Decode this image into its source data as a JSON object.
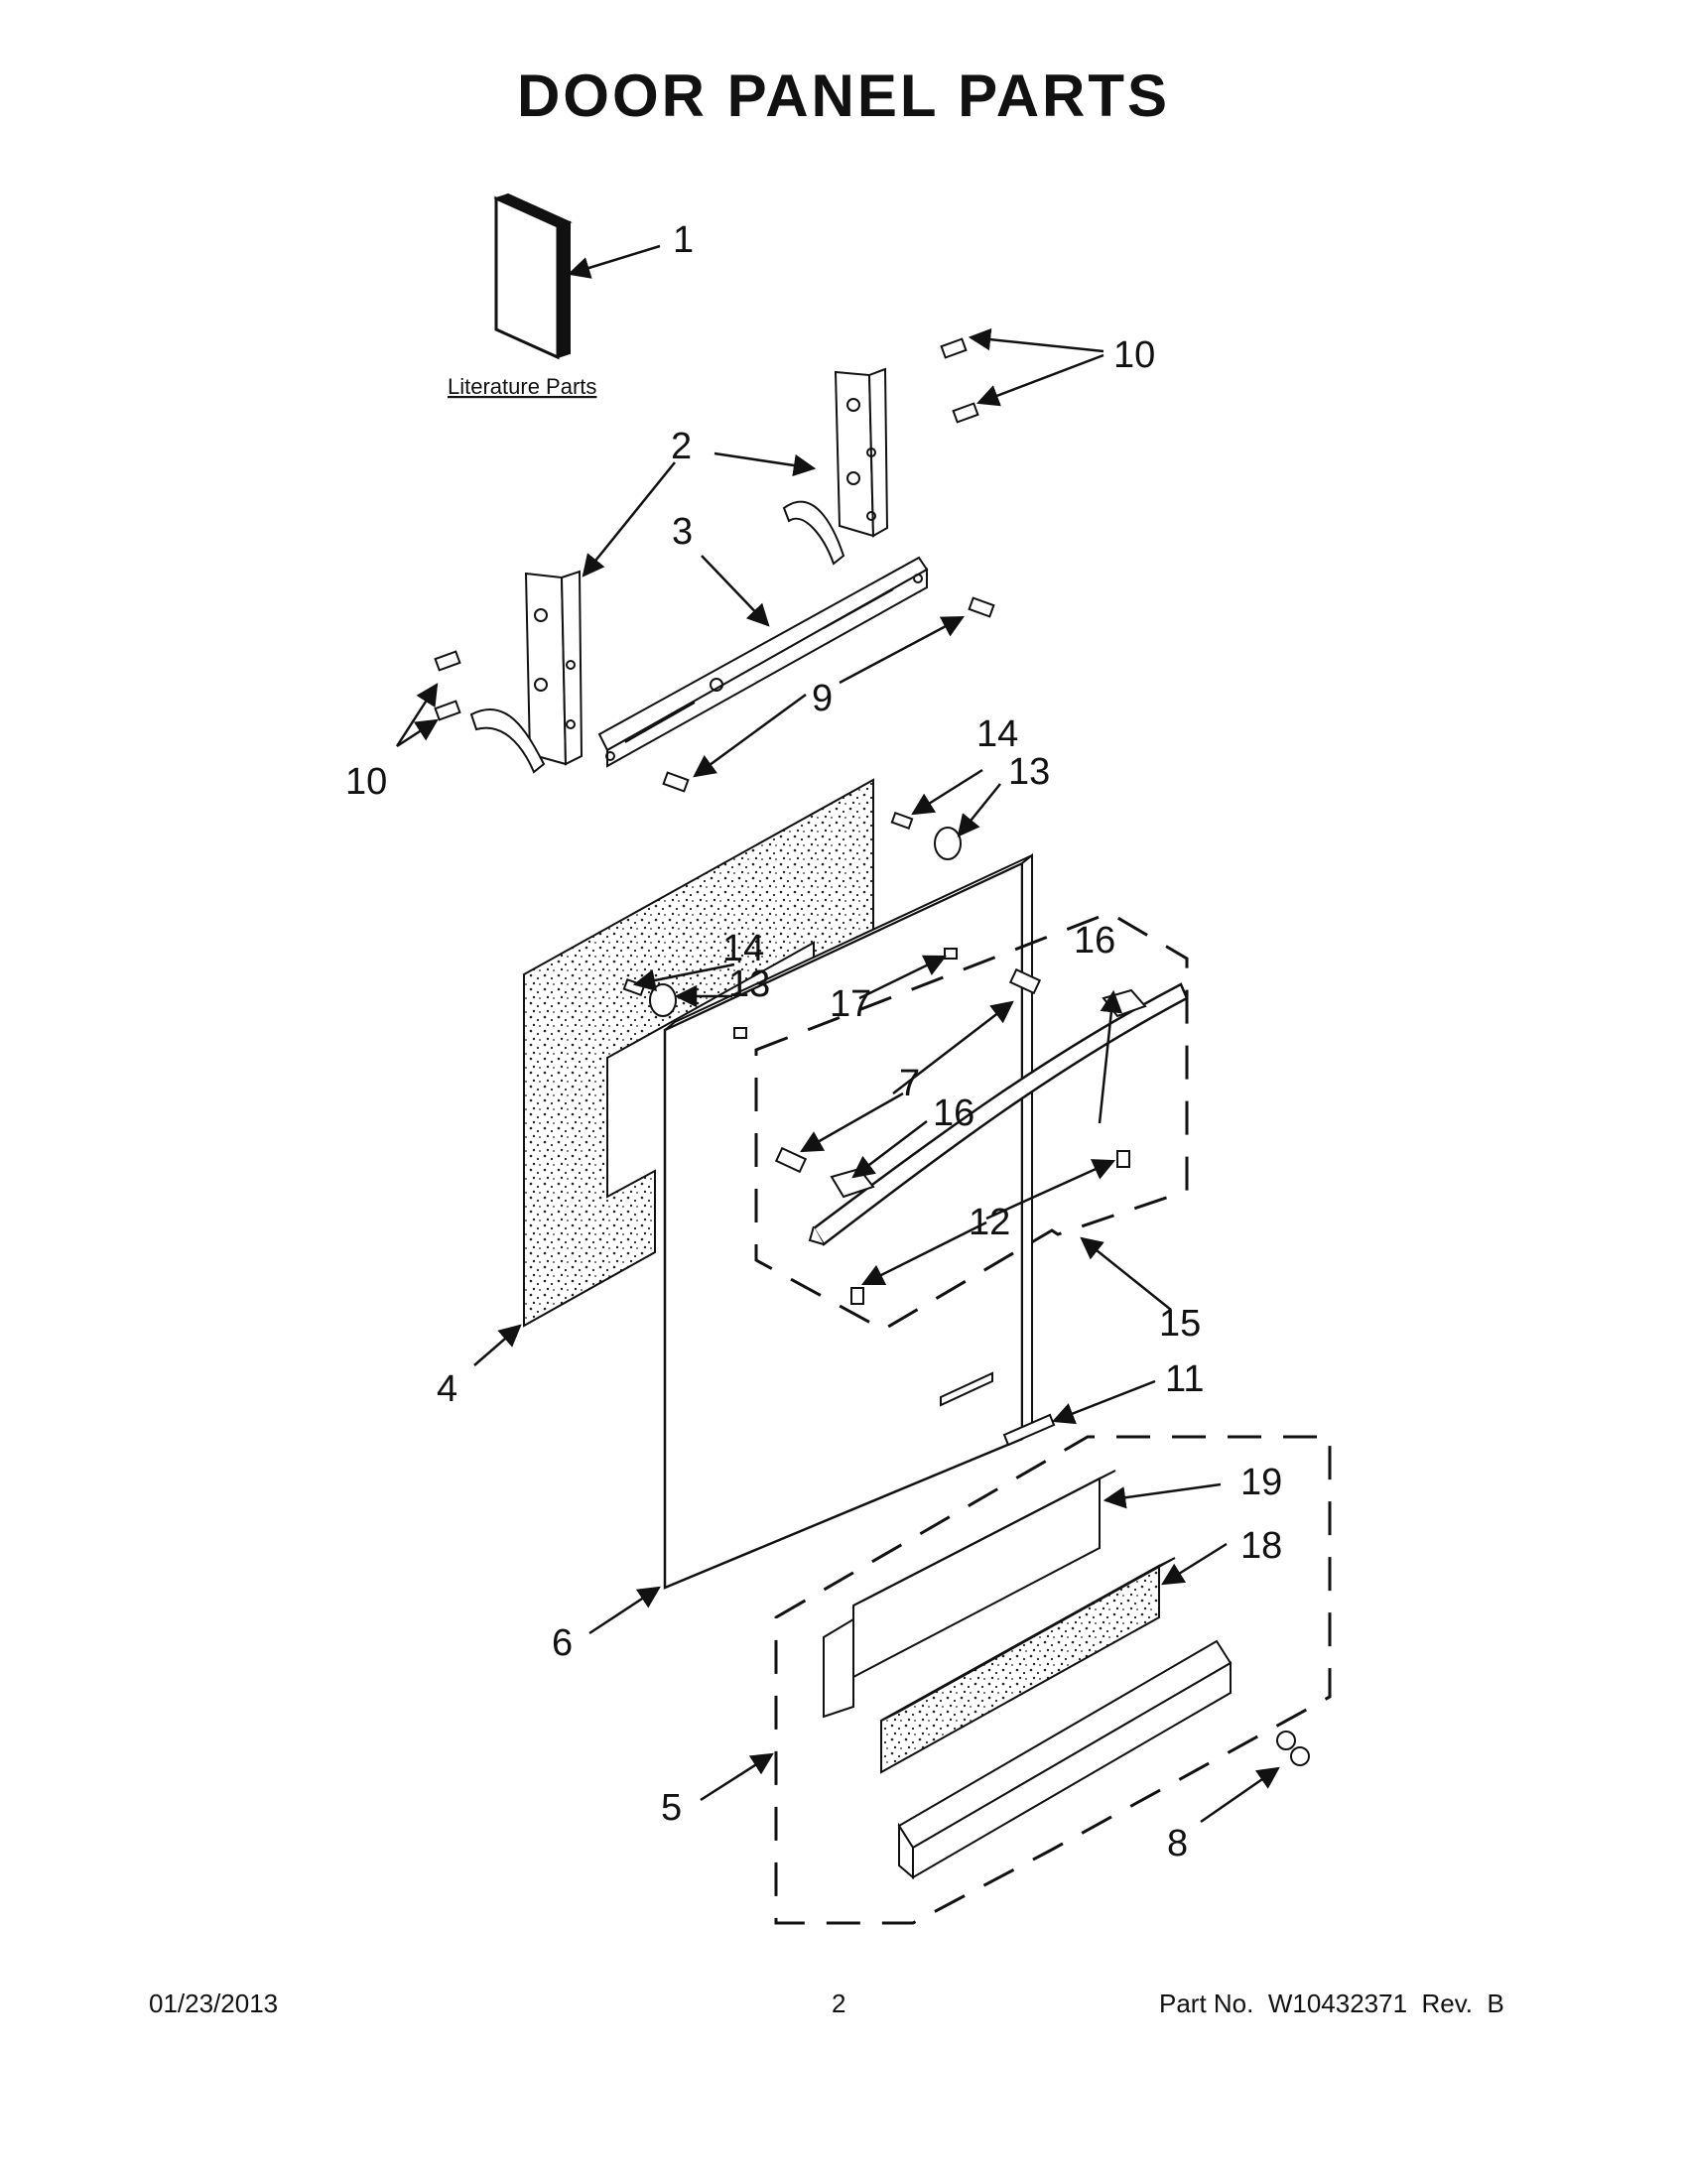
{
  "title": "DOOR PANEL PARTS",
  "literature_label": "Literature Parts",
  "callouts": {
    "c1": "1",
    "c2": "2",
    "c3": "3",
    "c4": "4",
    "c5": "5",
    "c6": "6",
    "c7": "7",
    "c8": "8",
    "c9": "9",
    "c10a": "10",
    "c10b": "10",
    "c11": "11",
    "c12": "12",
    "c13a": "13",
    "c13b": "13",
    "c14a": "14",
    "c14b": "14",
    "c15": "15",
    "c16a": "16",
    "c16b": "16",
    "c17": "17",
    "c18": "18",
    "c19": "19"
  },
  "footer": {
    "date": "01/23/2013",
    "page": "2",
    "part_no": "Part No.  W10432371  Rev.  B"
  }
}
